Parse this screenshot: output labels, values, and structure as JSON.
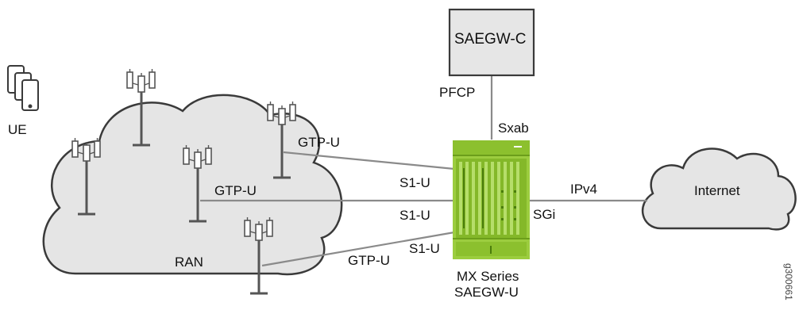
{
  "labels": {
    "ue": "UE",
    "ran": "RAN",
    "internet": "Internet",
    "saegw_c": "SAEGW-C",
    "pfcp": "PFCP",
    "sxab": "Sxab",
    "gtp_u": "GTP-U",
    "s1_u": "S1-U",
    "sgi": "SGi",
    "ipv4": "IPv4",
    "mx_series": "MX Series",
    "saegw_u": "SAEGW-U",
    "figure_id": "g300661"
  },
  "colors": {
    "cloud_fill": "#e5e5e5",
    "cloud_stroke": "#3a3a3a",
    "router_green": "#9ccd3f",
    "router_dark_green": "#6c9e1a",
    "box_fill": "#e6e6e6",
    "line": "#8a8a8a"
  }
}
